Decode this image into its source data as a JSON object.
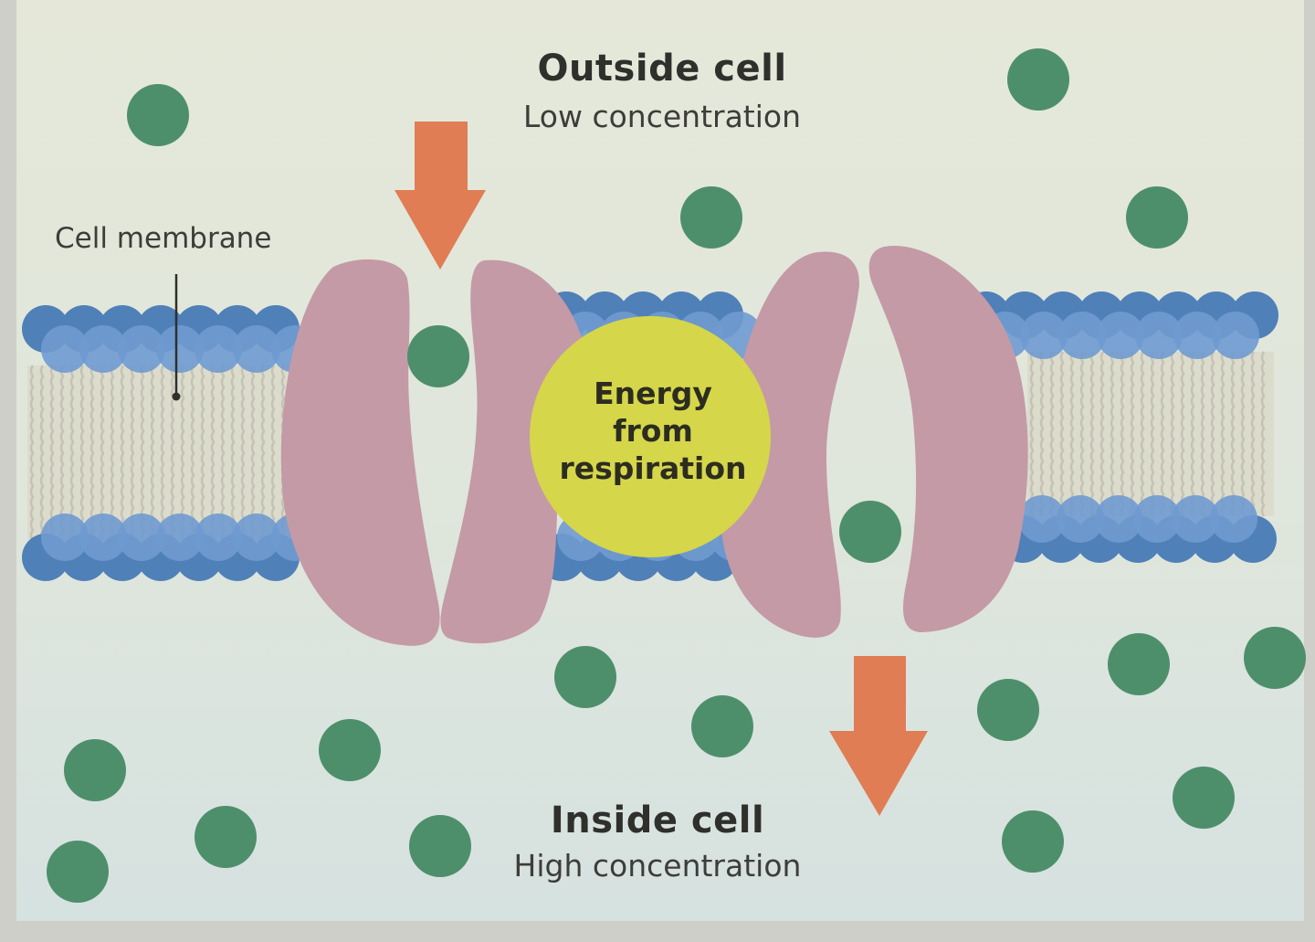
{
  "outside": {
    "title": "Outside cell",
    "subtitle": "Low concentration"
  },
  "inside": {
    "title": "Inside cell",
    "subtitle": "High concentration"
  },
  "membrane": {
    "label": "Cell membrane"
  },
  "energy": {
    "line1": "Energy",
    "line2": "from",
    "line3": "respiration"
  },
  "colors": {
    "page": "#e6e9dc",
    "outside_fluid": "#e4e8db",
    "inside_fluid": "#d8e3df",
    "particle": "#4e8f6b",
    "head_dark": "#4f80b8",
    "head_light": "#6f9ad0",
    "tails": "#c5c3b5",
    "protein": "#c49aa6",
    "energy": "#d5d64a",
    "arrow": "#e07d55"
  },
  "icons": [
    "particle-icon",
    "arrow-down-icon",
    "carrier-protein-icon",
    "energy-icon"
  ]
}
